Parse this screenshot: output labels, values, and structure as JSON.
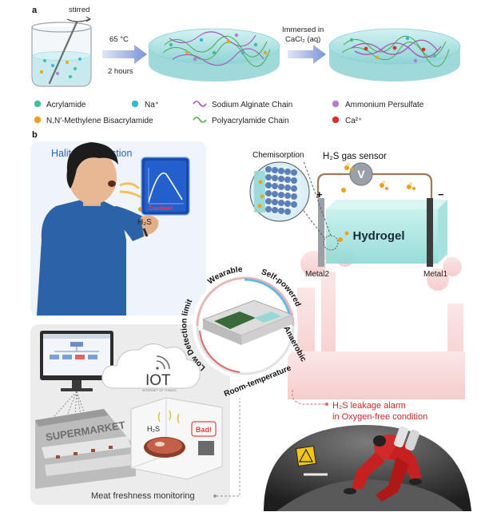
{
  "panel_a": {
    "label": "a",
    "stirred": "stirred",
    "step1_temp": "65 °C",
    "step1_time": "2 hours",
    "step2_line1": "Immersed in",
    "step2_line2": "CaCl₂ (aq)",
    "legend": [
      {
        "label": "Acrylamide",
        "kind": "dot",
        "color": "#3fbf9a"
      },
      {
        "label": "Na⁺",
        "kind": "dot",
        "color": "#34b8d8"
      },
      {
        "label": "Sodium Alginate Chain",
        "kind": "wave",
        "color": "#a455b8"
      },
      {
        "label": "Ammonium Persulfate",
        "kind": "dot",
        "color": "#b27fd0"
      },
      {
        "label": "N,N′-Methylene Bisacrylamide",
        "kind": "dot",
        "color": "#f0a020"
      },
      {
        "label": "Polyacrylamide Chain",
        "kind": "wave",
        "color": "#4caf50"
      },
      {
        "label": "Ca²⁺",
        "kind": "dot",
        "color": "#d93030"
      }
    ]
  },
  "panel_b": {
    "label": "b",
    "halitosis_title": "Halitosis detection",
    "caution": "Caution!",
    "h2s_person": "H₂S",
    "sensor_title": "H₂S gas sensor",
    "chemisorption": "Chemisorption",
    "voltmeter": "V",
    "plus": "+",
    "minus": "−",
    "hydrogel": "Hydrogel",
    "metal2": "Metal2",
    "metal1": "Metal1",
    "ring_labels": {
      "wearable": "Wearable",
      "self_powered": "Self-powered",
      "anaerobic": "Anaerobic",
      "room_temperature": "Room-temperature",
      "low_detection_limit": "Low Detection limit"
    },
    "iot": "IOT",
    "iot_sub": "INTERNET OF THINGS",
    "supermarket": "SUPERMARKET",
    "h2s_meat": "H₂S",
    "bad": "Bad!",
    "meat_monitoring": "Meat freshness monitoring",
    "leakage_line1": "H₂S leakage alarm",
    "leakage_line2": "in Oxygen-free condition"
  }
}
